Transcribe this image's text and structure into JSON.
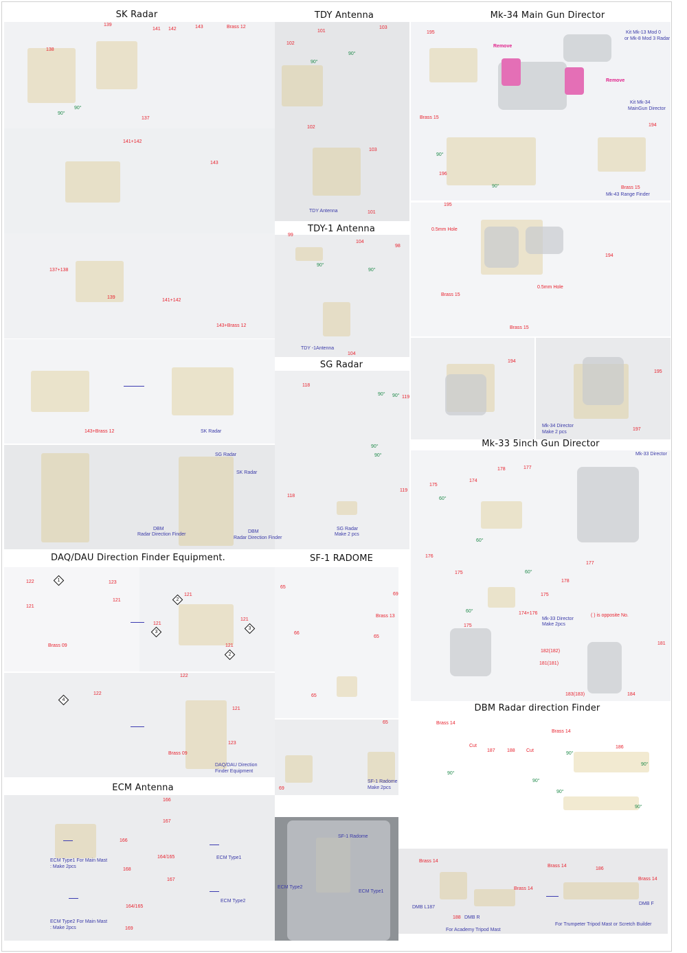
{
  "sections": {
    "sk": {
      "title": "SK Radar",
      "labels": [
        "139",
        "141",
        "142",
        "143",
        "Brass 12",
        "138",
        "137",
        "141+142",
        "143",
        "137+138",
        "139",
        "141+142",
        "143+Brass 12",
        "143+Brass 12",
        "SK Radar",
        "90°",
        "90°",
        "SG Radar",
        "SK Radar",
        "DBM",
        "Radar Direction Finder",
        "DBM",
        "Radar Direction Finder"
      ]
    },
    "tdy": {
      "title": "TDY  Antenna",
      "labels": [
        "101",
        "103",
        "102",
        "90°",
        "90°",
        "102",
        "103",
        "101",
        "TDY Antenna"
      ]
    },
    "tdy1": {
      "title": "TDY-1  Antenna",
      "labels": [
        "99",
        "104",
        "98",
        "90°",
        "90°",
        "TDY -1Antenna",
        "104"
      ]
    },
    "sg": {
      "title": "SG Radar",
      "labels": [
        "118",
        "90°",
        "90°",
        "119",
        "90°",
        "90°",
        "118",
        "119",
        "SG Radar",
        "Make 2 pcs"
      ]
    },
    "sf1": {
      "title": "SF-1 RADOME",
      "labels": [
        "65",
        "69",
        "Brass 13",
        "66",
        "65",
        "65",
        "65",
        "69",
        "SF-1 Radome",
        "Make 2pcs"
      ]
    },
    "mk34": {
      "title": "Mk-34 Main Gun Director",
      "labels": [
        "195",
        "Remove",
        "Remove",
        "Kit Mk-13 Mod 0",
        "or Mk-8 Mod 3 Radar",
        "Kit Mk-34",
        "MainGun Director",
        "Brass 15",
        "194",
        "90°",
        "196",
        "90°",
        "Brass 15",
        "Mk-43 Range Finder",
        "195",
        "0.5mm Hole",
        "194",
        "Brass 15",
        "0.5mm Hole",
        "Brass 15",
        "194",
        "195",
        "Mk-34  Director",
        "Make 2 pcs",
        "197"
      ]
    },
    "mk33": {
      "title": "Mk-33 5inch Gun Director",
      "labels": [
        "Mk-33 Director",
        "175",
        "174",
        "178",
        "177",
        "60°",
        "176",
        "60°",
        "177",
        "175",
        "178",
        "60°",
        "175",
        "174+176",
        "60°",
        "Mk-33 Director",
        "Make 2pcs",
        "(   ) is opposite No.",
        "175",
        "182(182)",
        "181",
        "181(181)",
        "183(183)",
        "184"
      ]
    },
    "dbm": {
      "title": "DBM Radar direction Finder",
      "labels": [
        "Brass 14",
        "Brass 14",
        "Cut",
        "187",
        "188",
        "Cut",
        "186",
        "90°",
        "90°",
        "90°",
        "90°",
        "90°",
        "90°",
        "Brass 14",
        "Brass 14",
        "Brass 14",
        "186",
        "Brass 14",
        "DMB L187",
        "DMB F",
        "188",
        "DMB R",
        "For Academy Tripod Mast",
        "For Trumpeter Tripod Mast or Scretch Builder"
      ]
    },
    "daq": {
      "title": "DAQ/DAU Direction Finder Equipment.",
      "labels": [
        "122",
        "123",
        "121",
        "121",
        "Brass 09",
        "121",
        "121",
        "121",
        "121",
        "122",
        "122",
        "121",
        "123",
        "Brass 09",
        "DAQ/DAU Direction",
        "Finder Equipment"
      ],
      "steps": [
        "1",
        "2",
        "3",
        "3",
        "2",
        "4"
      ]
    },
    "ecm": {
      "title": "ECM Antenna",
      "labels": [
        "166",
        "166",
        "167",
        "168",
        "164/165",
        "ECM Type1",
        "ECM Type1 For Main Mast",
        ": Make 2pcs",
        "167",
        "164/165",
        "ECM Type2",
        "ECM Type2 For Main Mast",
        ": Make 2pcs",
        "169",
        "SF-1 Radome",
        "ECM Type2",
        "ECM Type1"
      ]
    }
  },
  "colors": {
    "part_number": "#e8222e",
    "note": "#3a3aa8",
    "angle": "#1f8a4a",
    "remove": "#e0208a",
    "brass": "#d9c27a"
  }
}
